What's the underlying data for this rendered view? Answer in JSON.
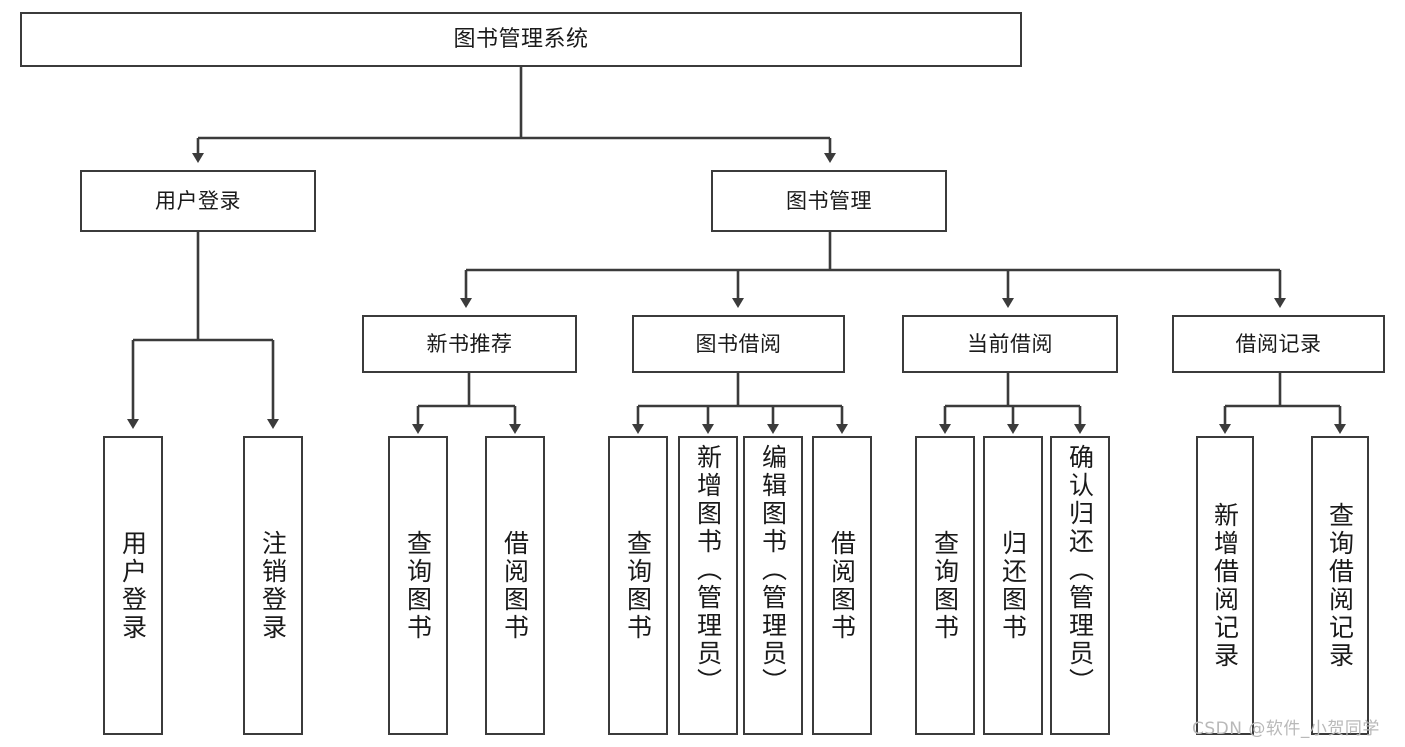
{
  "diagram": {
    "title": "图书管理系统",
    "type": "tree-hierarchy-chart",
    "edge_color": "#3b3b3b",
    "box_border_color": "#3b3b3b",
    "box_fill": "#ffffff",
    "watermark": "CSDN @软件_小贺同学"
  },
  "nodes": {
    "root": {
      "label": "图书管理系统"
    },
    "level2": [
      {
        "label": "用户登录"
      },
      {
        "label": "图书管理"
      }
    ],
    "level3": [
      {
        "label": "新书推荐"
      },
      {
        "label": "图书借阅"
      },
      {
        "label": "当前借阅"
      },
      {
        "label": "借阅记录"
      }
    ],
    "leaves": {
      "user_login": [
        {
          "label": "用户登录"
        },
        {
          "label": "注销登录"
        }
      ],
      "new_book_rec": [
        {
          "label": "查询图书"
        },
        {
          "label": "借阅图书"
        }
      ],
      "book_borrow": [
        {
          "label": "查询图书"
        },
        {
          "label": "新增图书（管理员）"
        },
        {
          "label": "编辑图书（管理员）"
        },
        {
          "label": "借阅图书"
        }
      ],
      "current_borrow": [
        {
          "label": "查询图书"
        },
        {
          "label": "归还图书"
        },
        {
          "label": "确认归还（管理员）"
        }
      ],
      "borrow_record": [
        {
          "label": "新增借阅记录"
        },
        {
          "label": "查询借阅记录"
        }
      ]
    }
  }
}
